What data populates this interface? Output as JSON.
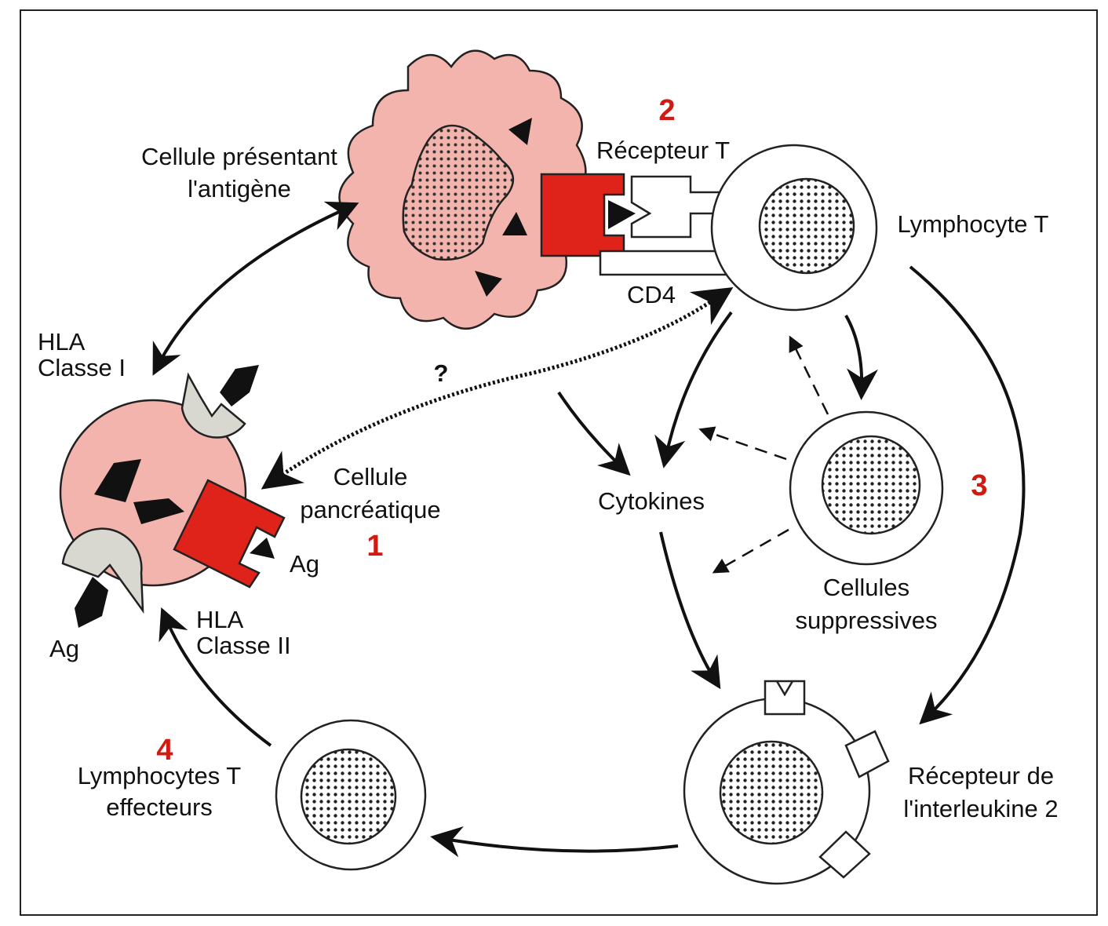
{
  "colors": {
    "cell_pink": "#f4b4ae",
    "receptor_red": "#e0231a",
    "number_red": "#d01a12",
    "hla_grey": "#d8d8d0"
  },
  "labels": {
    "step2": "2",
    "recepteur_t": "Récepteur T",
    "apc_line1": "Cellule présentant",
    "apc_line2": "l'antigène",
    "lymphocyte_t": "Lymphocyte T",
    "cd4": "CD4",
    "hla1_line1": "HLA",
    "hla1_line2": "Classe I",
    "question": "?",
    "pancreatic_line1": "Cellule",
    "pancreatic_line2": "pancréatique",
    "step1": "1",
    "ag_right": "Ag",
    "cytokines": "Cytokines",
    "step3": "3",
    "suppressive_line1": "Cellules",
    "suppressive_line2": "suppressives",
    "ag_left": "Ag",
    "hla2_line1": "HLA",
    "hla2_line2": "Classe II",
    "step4": "4",
    "effector_line1": "Lymphocytes T",
    "effector_line2": "effecteurs",
    "il2_line1": "Récepteur de",
    "il2_line2": "l'interleukine 2"
  }
}
